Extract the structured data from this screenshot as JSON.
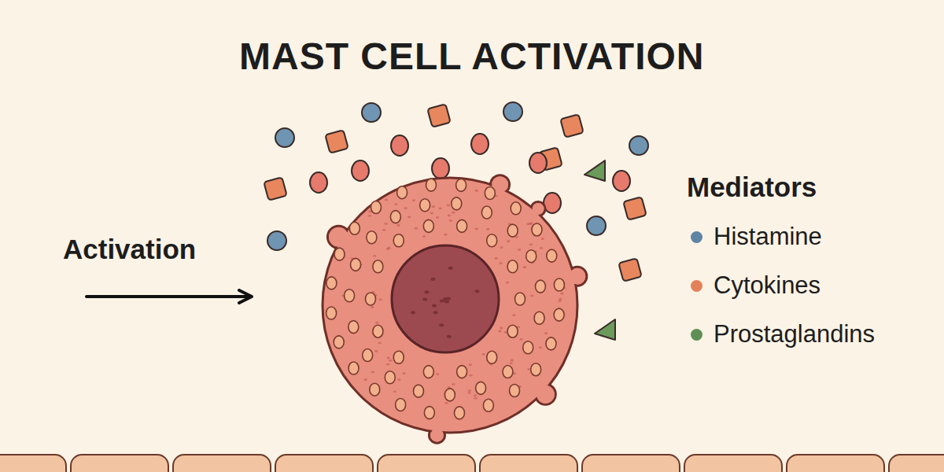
{
  "diagram": {
    "title": "MAST CELL ACTIVATION",
    "labels": [
      "Activation",
      "Mediators"
    ],
    "legend": [
      {
        "text": "Histamine",
        "color": "#5f84a4"
      },
      {
        "text": "Cytokines",
        "color": "#e3825a"
      },
      {
        "text": "Prostaglandins",
        "color": "#5f8f55"
      }
    ]
  }
}
